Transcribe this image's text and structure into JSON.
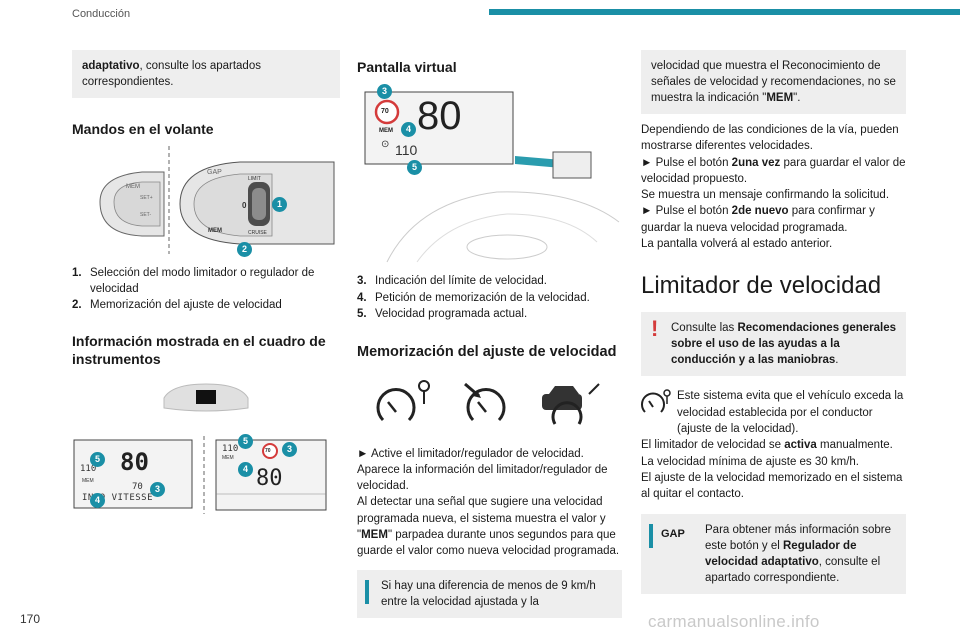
{
  "header": {
    "section": "Conducción",
    "bar_color": "#1a8fa6"
  },
  "page_number": "170",
  "watermark": "carmanualsonline.info",
  "col1": {
    "intro_bold": "adaptativo",
    "intro_rest": ", consulte los apartados correspondientes.",
    "h_mandos": "Mandos en el volante",
    "mandos_fig": {
      "badges": [
        "1",
        "2"
      ],
      "labels": [
        "MEM",
        "SET+",
        "SET-",
        "GAP",
        "LIMIT",
        "0",
        "CRUISE",
        "MEM"
      ]
    },
    "mandos_items": [
      {
        "n": "1.",
        "text": "Selección del modo limitador o regulador de velocidad"
      },
      {
        "n": "2.",
        "text": "Memorización del ajuste de velocidad"
      }
    ],
    "h_info": "Información mostrada en el cuadro de instrumentos",
    "cluster_left": {
      "speed": "80",
      "limit": "110",
      "mem": "MEM",
      "small": "70",
      "info": "INFO VITESSE",
      "badges": [
        "5",
        "3",
        "4"
      ]
    },
    "cluster_right": {
      "limit": "110",
      "mem": "MEM",
      "sign": "70",
      "speed": "80",
      "badges": [
        "5",
        "3",
        "4"
      ]
    }
  },
  "col2": {
    "h_virtual": "Pantalla virtual",
    "virtual_fig": {
      "sign": "70",
      "speed": "80",
      "mem": "MEM",
      "set": "110",
      "badges": [
        "3",
        "4",
        "5"
      ]
    },
    "virtual_items": [
      {
        "n": "3.",
        "text": "Indicación del límite de velocidad."
      },
      {
        "n": "4.",
        "text": "Petición de memorización de la velocidad."
      },
      {
        "n": "5.",
        "text": "Velocidad programada actual."
      }
    ],
    "h_memo": "Memorización del ajuste de velocidad",
    "para1": "► Active el limitador/regulador de velocidad.",
    "para2": "Aparece la información del limitador/regulador de velocidad.",
    "para3a": "Al detectar una señal que sugiere una velocidad programada nueva, el sistema muestra el valor y \"",
    "para3b": "MEM",
    "para3c": "\" parpadea durante unos segundos para que guarde el valor como nueva velocidad programada.",
    "info_text": "Si hay una diferencia de menos de 9 km/h entre la velocidad ajustada y la"
  },
  "col3": {
    "cont_text_a": "velocidad que muestra el Reconocimiento de señales de velocidad y recomendaciones, no se muestra la indicación \"",
    "cont_text_b": "MEM",
    "cont_text_c": "\".",
    "p1": "Dependiendo de las condiciones de la vía, pueden mostrarse diferentes velocidades.",
    "p2a": "► Pulse el botón ",
    "p2b": "2una vez",
    "p2c": " para guardar el valor de velocidad propuesto.",
    "p3": "Se muestra un mensaje confirmando la solicitud.",
    "p4a": "► Pulse el botón ",
    "p4b": "2de nuevo",
    "p4c": " para confirmar y guardar la nueva velocidad programada.",
    "p5": "La pantalla volverá al estado anterior.",
    "h_limitador": "Limitador de velocidad",
    "warn_a": "Consulte las ",
    "warn_b": "Recomendaciones generales sobre el uso de las ayudas a la conducción y a las maniobras",
    "warn_c": ".",
    "s1": "Este sistema evita que el vehículo exceda la velocidad establecida por el conductor (ajuste de la velocidad).",
    "s2a": "El limitador de velocidad se ",
    "s2b": "activa",
    "s2c": " manualmente.",
    "s3": "La velocidad mínima de ajuste es 30 km/h.",
    "s4": "El ajuste de la velocidad memorizado en el sistema al quitar el contacto.",
    "gap_label": "GAP",
    "info2_a": "Para obtener más información sobre este botón y el ",
    "info2_b": "Regulador de velocidad adaptativo",
    "info2_c": ", consulte el apartado correspondiente."
  }
}
